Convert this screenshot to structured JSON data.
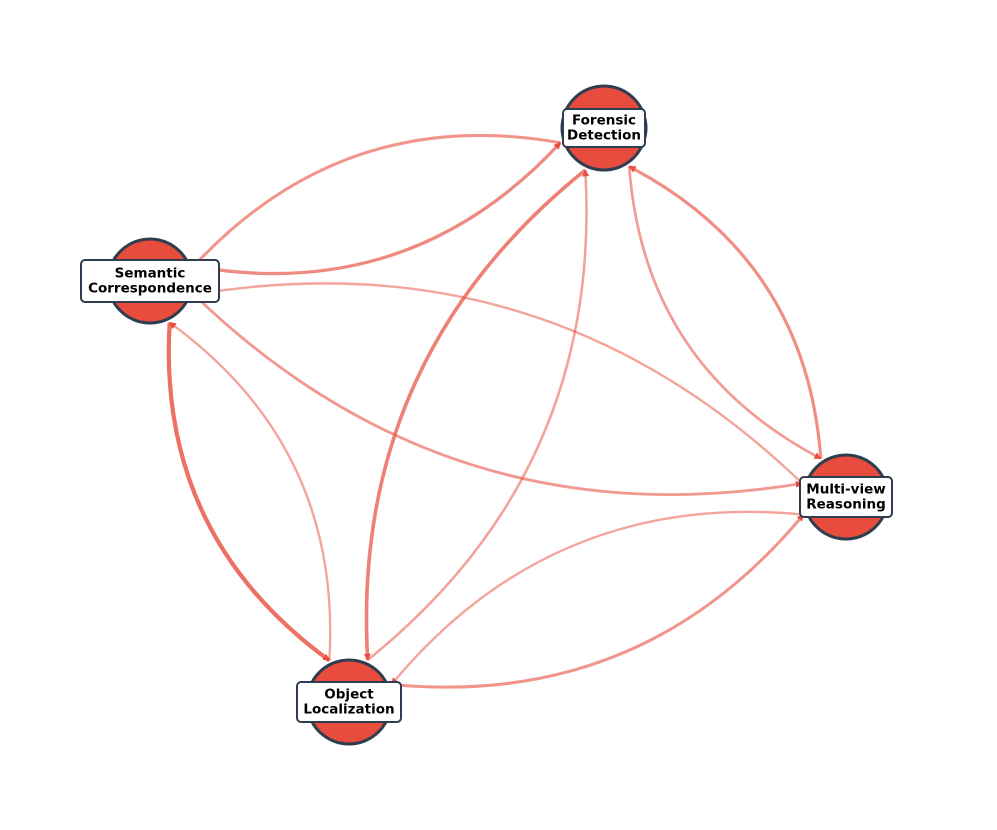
{
  "nodes": [
    {
      "id": "forensic",
      "label_lines": [
        "Forensic",
        "Detection"
      ]
    },
    {
      "id": "semantic",
      "label_lines": [
        "Semantic",
        "Correspondence"
      ]
    },
    {
      "id": "multiview",
      "label_lines": [
        "Multi-view",
        "Reasoning"
      ]
    },
    {
      "id": "object",
      "label_lines": [
        "Object",
        "Localization"
      ]
    }
  ],
  "edges": [
    {
      "from": "semantic",
      "to": "forensic",
      "weight": 0.6
    },
    {
      "from": "forensic",
      "to": "semantic",
      "weight": 0.5
    },
    {
      "from": "semantic",
      "to": "object",
      "weight": 0.9
    },
    {
      "from": "object",
      "to": "semantic",
      "weight": 0.3
    },
    {
      "from": "semantic",
      "to": "multiview",
      "weight": 0.45
    },
    {
      "from": "multiview",
      "to": "semantic",
      "weight": 0.3
    },
    {
      "from": "forensic",
      "to": "multiview",
      "weight": 0.4
    },
    {
      "from": "multiview",
      "to": "forensic",
      "weight": 0.55
    },
    {
      "from": "forensic",
      "to": "object",
      "weight": 0.7
    },
    {
      "from": "object",
      "to": "forensic",
      "weight": 0.35
    },
    {
      "from": "object",
      "to": "multiview",
      "weight": 0.5
    },
    {
      "from": "multiview",
      "to": "object",
      "weight": 0.3
    }
  ],
  "colors": {
    "node_fill": "#e74c3c",
    "node_stroke": "#2e3e50",
    "edge": "#e74c3c",
    "label_box_fill": "#ffffff",
    "label_box_stroke": "#2e3e50"
  }
}
